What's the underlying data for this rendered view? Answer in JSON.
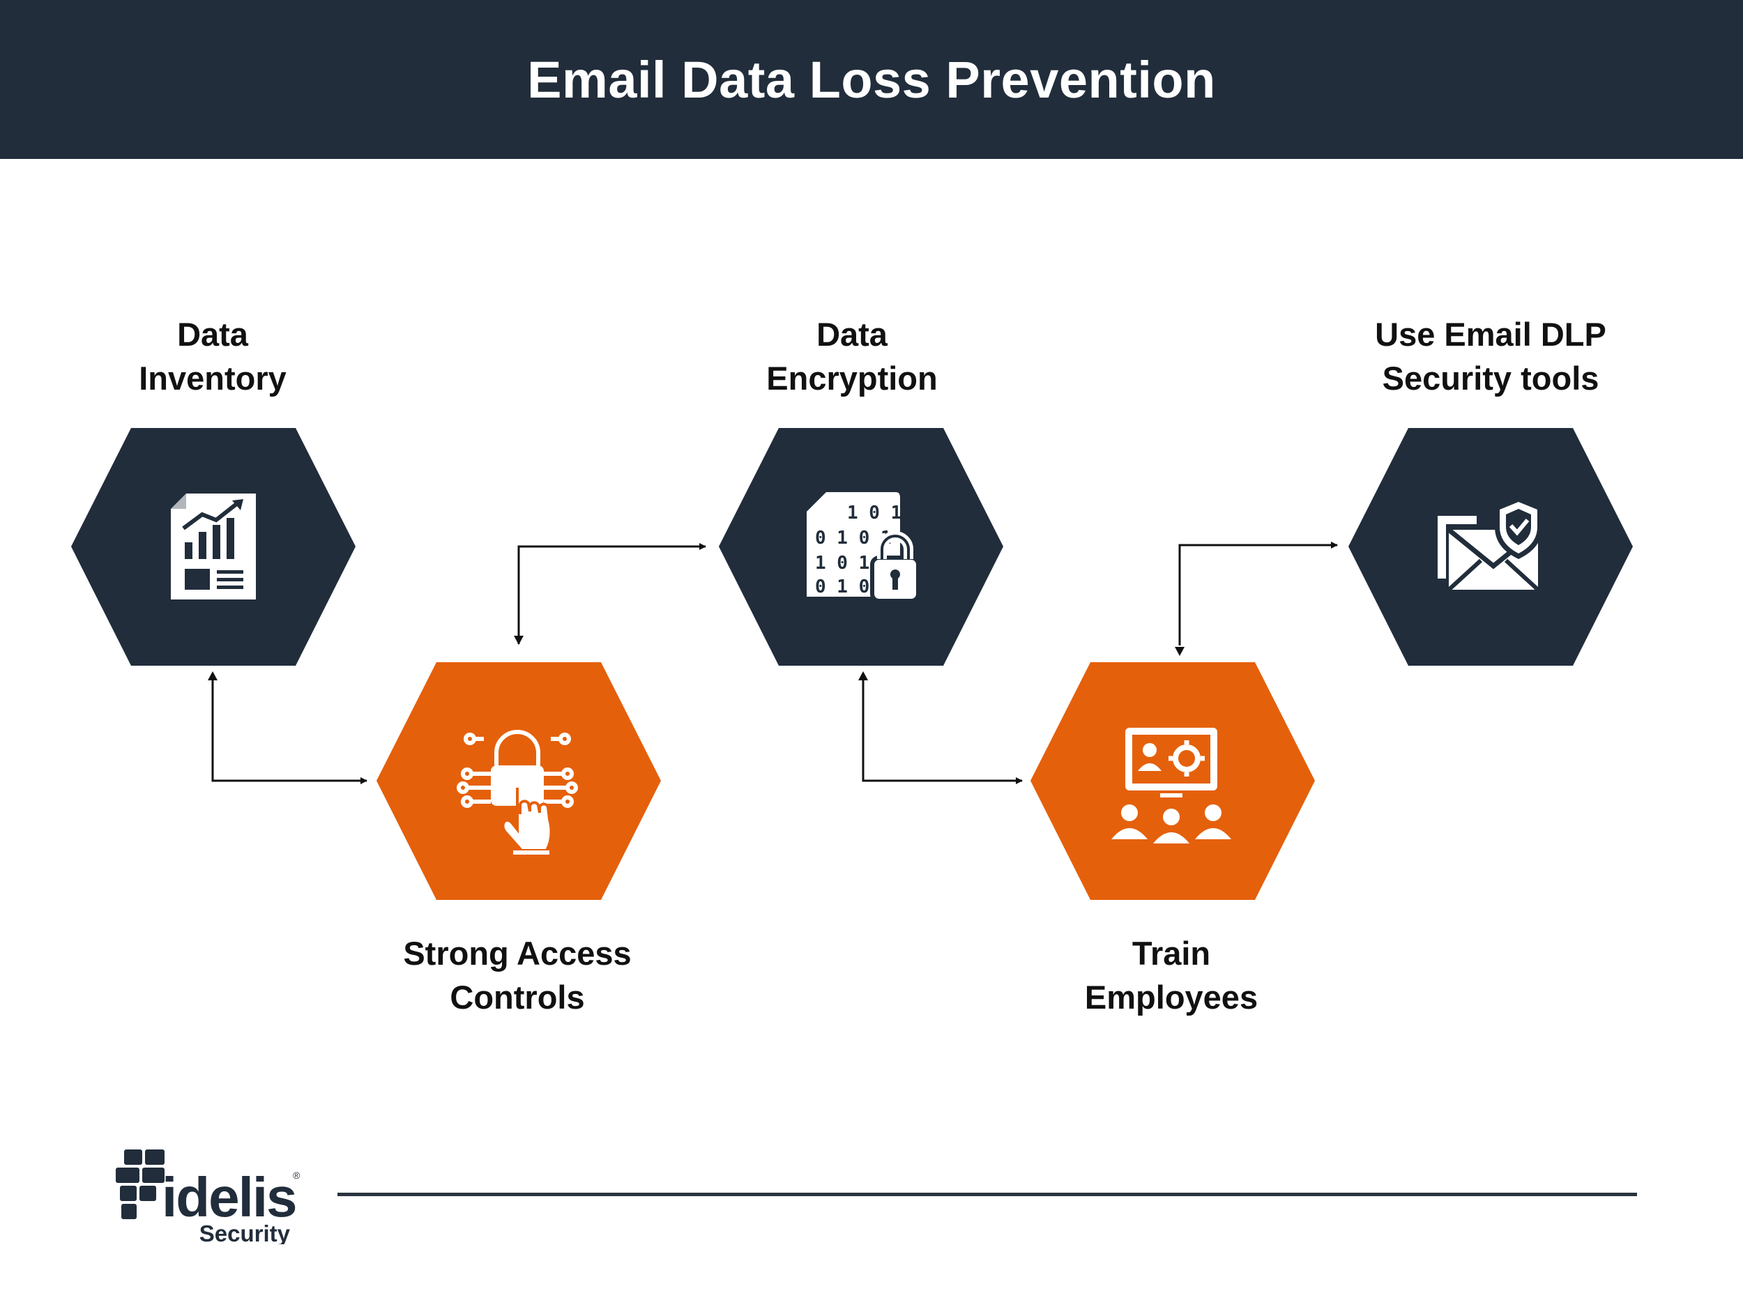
{
  "header": {
    "title": "Email Data Loss Prevention"
  },
  "colors": {
    "navy": "#212d3b",
    "orange": "#e5600b",
    "white": "#ffffff"
  },
  "steps": [
    {
      "id": "data-inventory",
      "line1": "Data",
      "line2": "Inventory",
      "color": "navy",
      "icon": "report-chart-icon"
    },
    {
      "id": "strong-access-controls",
      "line1": "Strong Access",
      "line2": "Controls",
      "color": "orange",
      "icon": "fingerprint-lock-circuit-icon"
    },
    {
      "id": "data-encryption",
      "line1": "Data",
      "line2": "Encryption",
      "color": "navy",
      "icon": "binary-file-lock-icon"
    },
    {
      "id": "train-employees",
      "line1": "Train",
      "line2": "Employees",
      "color": "orange",
      "icon": "training-presentation-icon"
    },
    {
      "id": "use-email-dlp",
      "line1": "Use Email DLP",
      "line2": "Security tools",
      "color": "navy",
      "icon": "email-shield-icon"
    }
  ],
  "logo": {
    "brand": "idelis",
    "sub": "Security",
    "mark": "®"
  }
}
